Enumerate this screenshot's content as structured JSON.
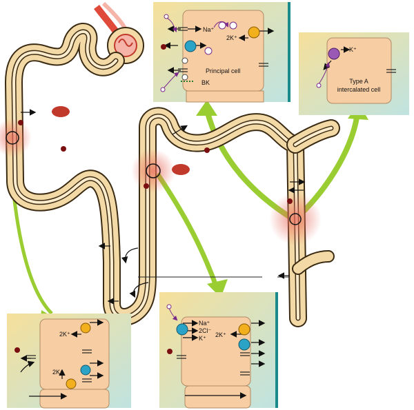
{
  "colors": {
    "tubule_wall": "#f3d9a6",
    "tubule_outline": "#3a2a12",
    "cell": "#f7cda3",
    "panel_left": "#f6e09a",
    "panel_right": "#bfe3e0",
    "arrow_green": "#9acd32",
    "rbc": "#c0392b",
    "dot": "#7a0f12",
    "pump_orange": "#f2b01e",
    "pump_blue": "#2aa3c7",
    "pump_purple": "#9b59b6",
    "glow": "#e86a5a"
  },
  "panels": {
    "principal": {
      "na": "Na⁺",
      "k2": "2K⁺",
      "cell": "Principal cell",
      "bk": "BK"
    },
    "intercalated": {
      "k": "K⁺",
      "cell_line1": "Type A",
      "cell_line2": "intercalated cell"
    },
    "proximal": {
      "k2_top": "2K⁺",
      "k2_bottom": "2K⁺"
    },
    "thick": {
      "na": "Na⁺",
      "cl": "2Cl⁻",
      "k": "K⁺",
      "k2": "2K⁺"
    }
  }
}
